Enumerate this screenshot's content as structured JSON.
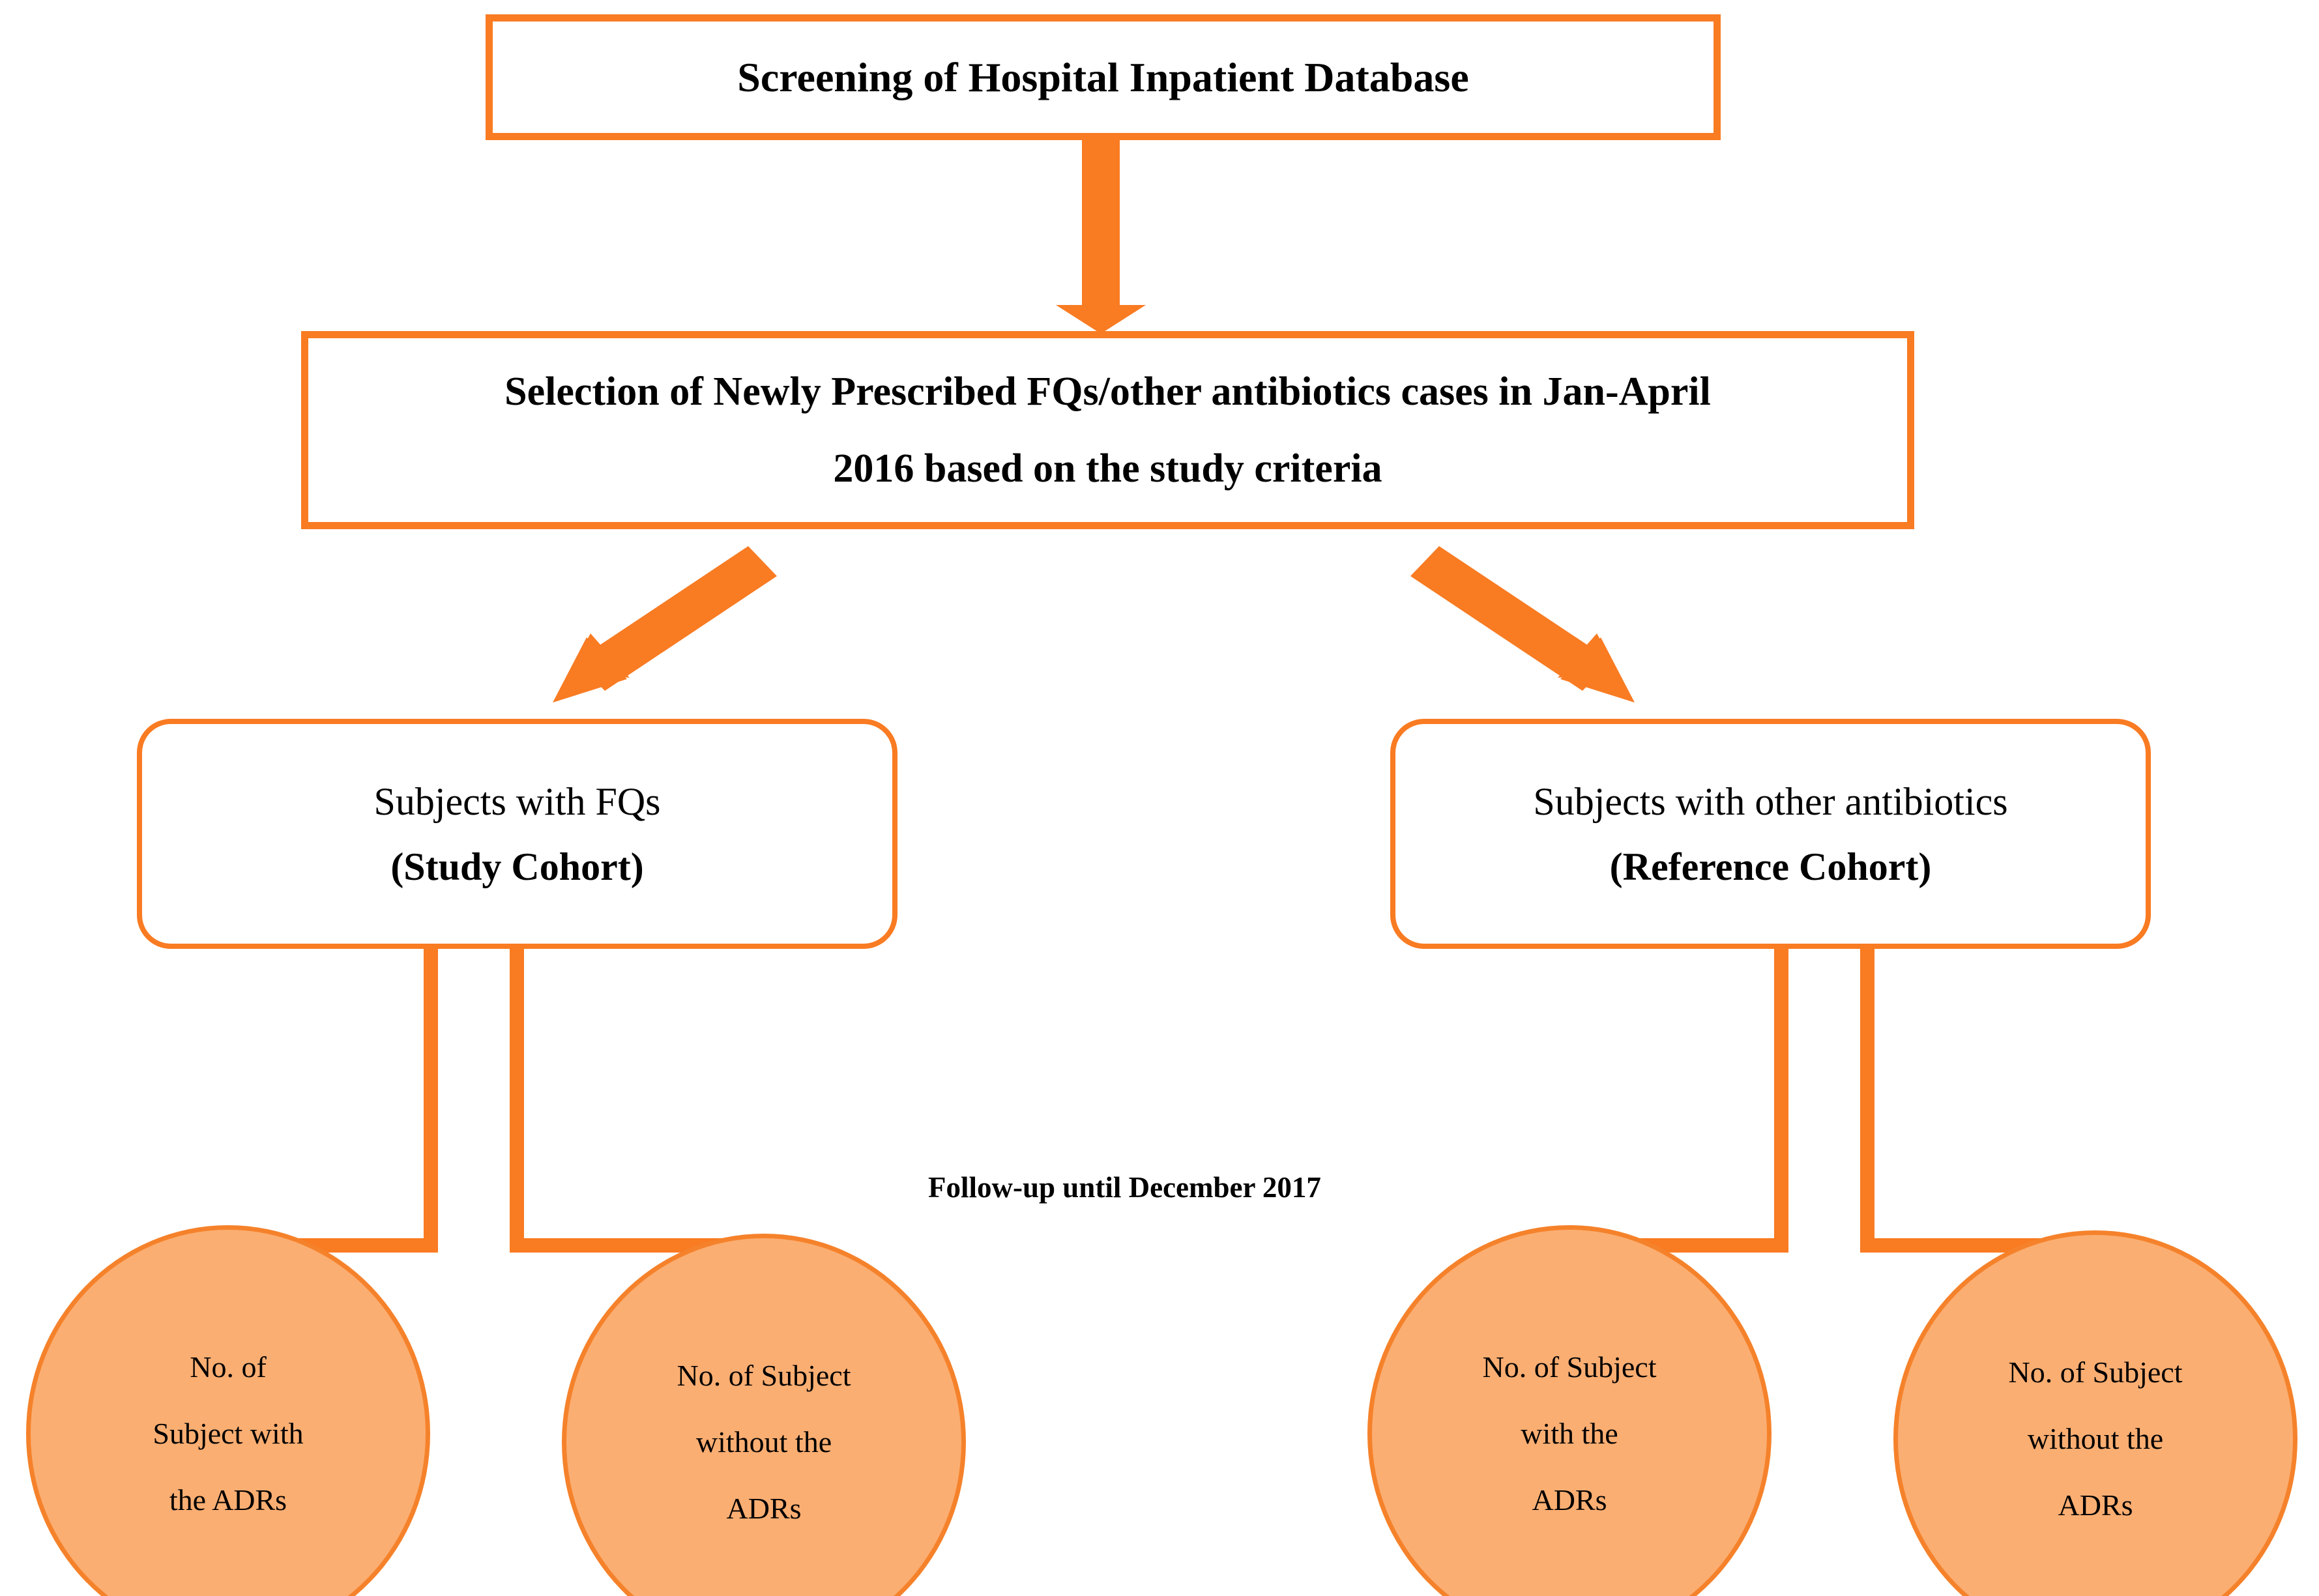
{
  "diagram": {
    "type": "flowchart",
    "accent_color": "#F97B22",
    "ellipse_fill": "#FBAE72",
    "ellipse_stroke": "#F5822B",
    "background": "#FFFFFF",
    "text_color": "#000000"
  },
  "nodes": {
    "screening": {
      "label": "Screening of Hospital Inpatient Database",
      "shape": "rectangle"
    },
    "selection": {
      "line1": "Selection of Newly Prescribed FQs/other antibiotics cases in Jan-April",
      "line2": "2016 based on the study criteria",
      "shape": "rectangle"
    },
    "study_cohort": {
      "line1": "Subjects with FQs",
      "line2": "(Study Cohort)",
      "shape": "rounded-rectangle"
    },
    "reference_cohort": {
      "line1": "Subjects with other antibiotics",
      "line2": "(Reference Cohort)",
      "shape": "rounded-rectangle"
    },
    "study_with_adr": {
      "line1": "No. of",
      "line2": "Subject with",
      "line3": "the ADRs",
      "shape": "ellipse"
    },
    "study_without_adr": {
      "line1": "No. of Subject",
      "line2": "without the",
      "line3": "ADRs",
      "shape": "ellipse"
    },
    "reference_with_adr": {
      "line1": "No. of Subject",
      "line2": "with the",
      "line3": "ADRs",
      "shape": "ellipse"
    },
    "reference_without_adr": {
      "line1": "No. of Subject",
      "line2": "without the",
      "line3": "ADRs",
      "shape": "ellipse"
    }
  },
  "annotations": {
    "follow_up": "Follow-up until December 2017"
  }
}
